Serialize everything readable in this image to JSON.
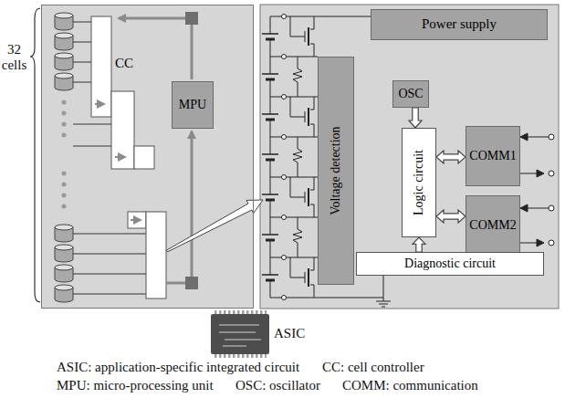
{
  "diagram": {
    "nodes": [
      {
        "text": [
          "CC"
        ]
      },
      {
        "text": [
          "MPU"
        ],
        "in": 0
      },
      {
        "text": [
          "Power supply"
        ]
      },
      {
        "text": [
          "Voltage detection"
        ]
      },
      {
        "text": [
          "OSC"
        ]
      },
      {
        "text": [
          "Logic circuit"
        ]
      },
      {
        "text": [
          "COMM1"
        ]
      },
      {
        "text": [
          "COMM2"
        ]
      },
      {
        "text": [
          "Diagnostic circuit"
        ]
      }
    ],
    "edges": [
      {
        "from": 4,
        "to": 5,
        "arrow": "to"
      },
      {
        "from": 8,
        "to": 5,
        "arrow": "to"
      },
      {
        "from": 5,
        "to": 6,
        "arrow": "both"
      },
      {
        "from": 5,
        "to": 7,
        "arrow": "both"
      }
    ],
    "labels": [
      "32 cells",
      "ASIC",
      "ASIC: application-specific integrated circuit",
      "CC: cell controller",
      "MPU: micro-processing unit",
      "OSC: oscillator",
      "COMM: communication"
    ]
  }
}
